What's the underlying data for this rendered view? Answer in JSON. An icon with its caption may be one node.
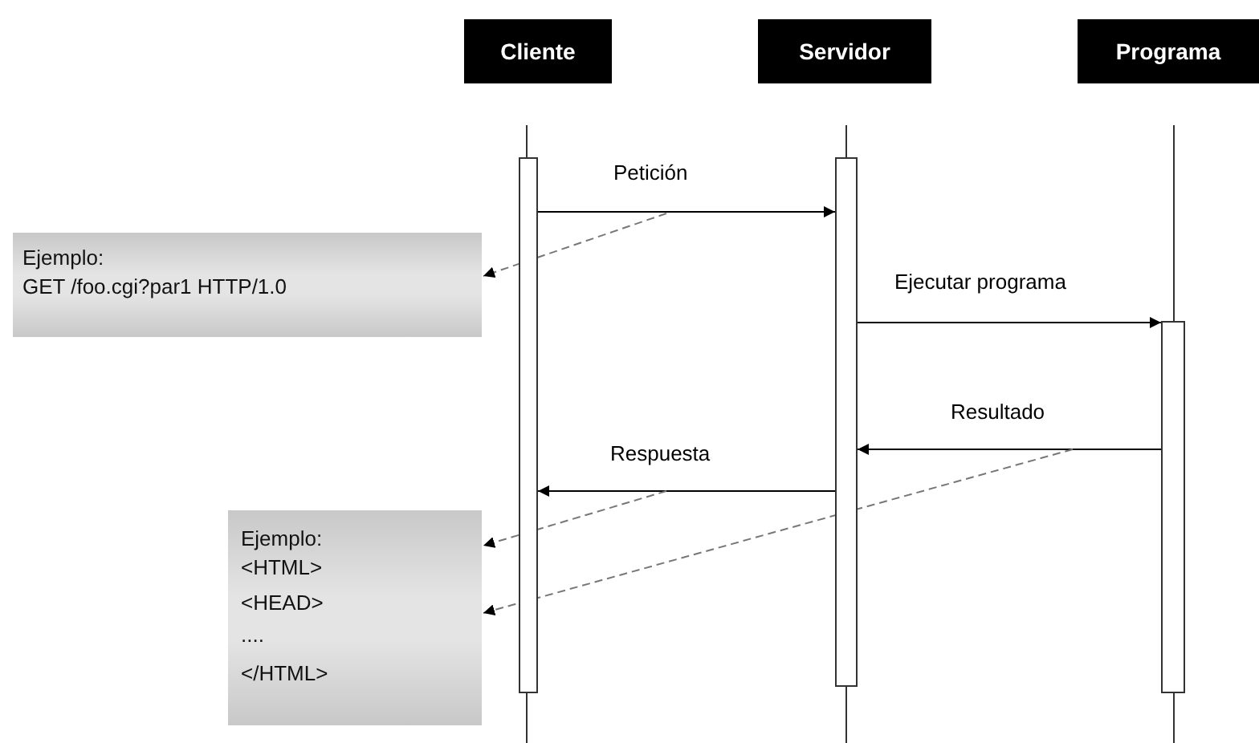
{
  "diagram": {
    "nodes": [
      {
        "text": [
          "Cliente"
        ]
      },
      {
        "text": [
          "Servidor"
        ]
      },
      {
        "text": [
          "Programa"
        ]
      },
      {
        "text": [],
        "shape": "bar"
      },
      {
        "text": [],
        "shape": "bar"
      },
      {
        "text": [],
        "shape": "bar"
      },
      {
        "text": [
          "Ejemplo:",
          "GET /foo.cgi?par1 HTTP/1.0"
        ]
      },
      {
        "text": [
          "Ejemplo:",
          "<HTML>",
          "<HEAD>",
          "....",
          "</HTML>"
        ]
      }
    ],
    "edges": [
      {
        "from": 3,
        "to": 4,
        "arrow": "to",
        "label": "Petición"
      },
      {
        "from": null,
        "to": 6,
        "arrow": "to",
        "style": "dashed",
        "color": "#777777"
      },
      {
        "from": 4,
        "to": 5,
        "arrow": "to",
        "label": "Ejecutar programa"
      },
      {
        "from": 5,
        "to": 4,
        "arrow": "to",
        "label": "Resultado"
      },
      {
        "from": 4,
        "to": 3,
        "arrow": "to",
        "label": "Respuesta"
      },
      {
        "from": null,
        "to": 7,
        "arrow": "to",
        "style": "dashed",
        "color": "#777777"
      },
      {
        "from": null,
        "to": 7,
        "arrow": "to",
        "style": "dashed",
        "color": "#777777"
      }
    ]
  }
}
